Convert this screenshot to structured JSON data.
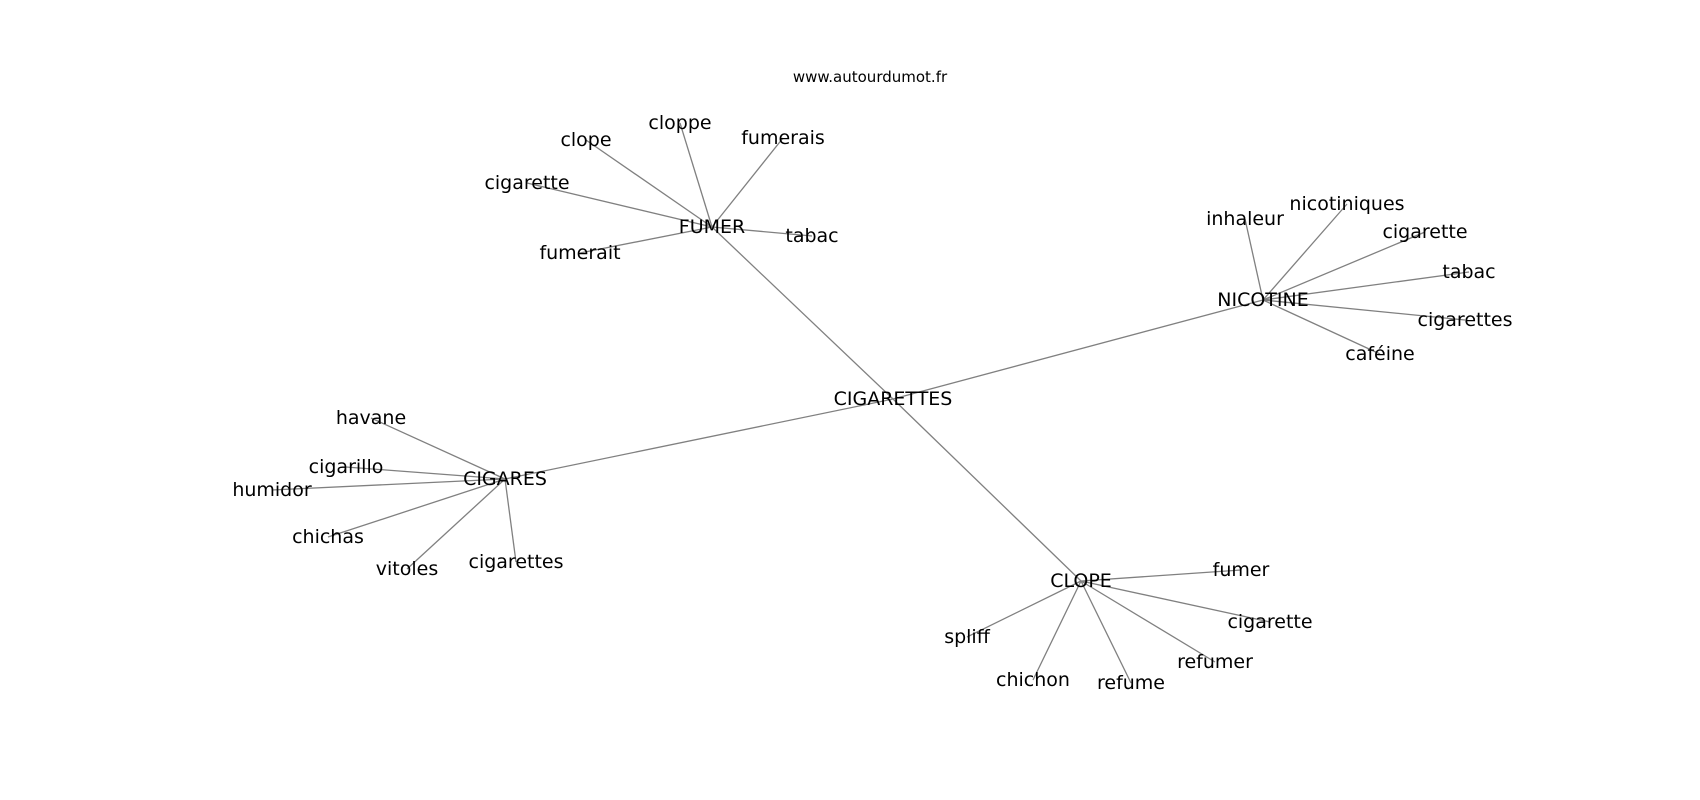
{
  "site": "www.autourdumot.fr",
  "colors": {
    "edge": "#808080",
    "text": "#000000",
    "background": "#ffffff"
  },
  "graph": {
    "center": "CIGARETTES",
    "hubs": [
      {
        "label": "FUMER",
        "leaves": [
          "clope",
          "cloppe",
          "fumerais",
          "cigarette",
          "tabac",
          "fumerait"
        ]
      },
      {
        "label": "NICOTINE",
        "leaves": [
          "inhaleur",
          "nicotiniques",
          "cigarette",
          "tabac",
          "cigarettes",
          "caféine"
        ]
      },
      {
        "label": "CIGARES",
        "leaves": [
          "havane",
          "cigarillo",
          "humidor",
          "chichas",
          "vitoles",
          "cigarettes"
        ]
      },
      {
        "label": "CLOPE",
        "leaves": [
          "fumer",
          "cigarette",
          "refumer",
          "refume",
          "chichon",
          "spliff"
        ]
      }
    ]
  }
}
